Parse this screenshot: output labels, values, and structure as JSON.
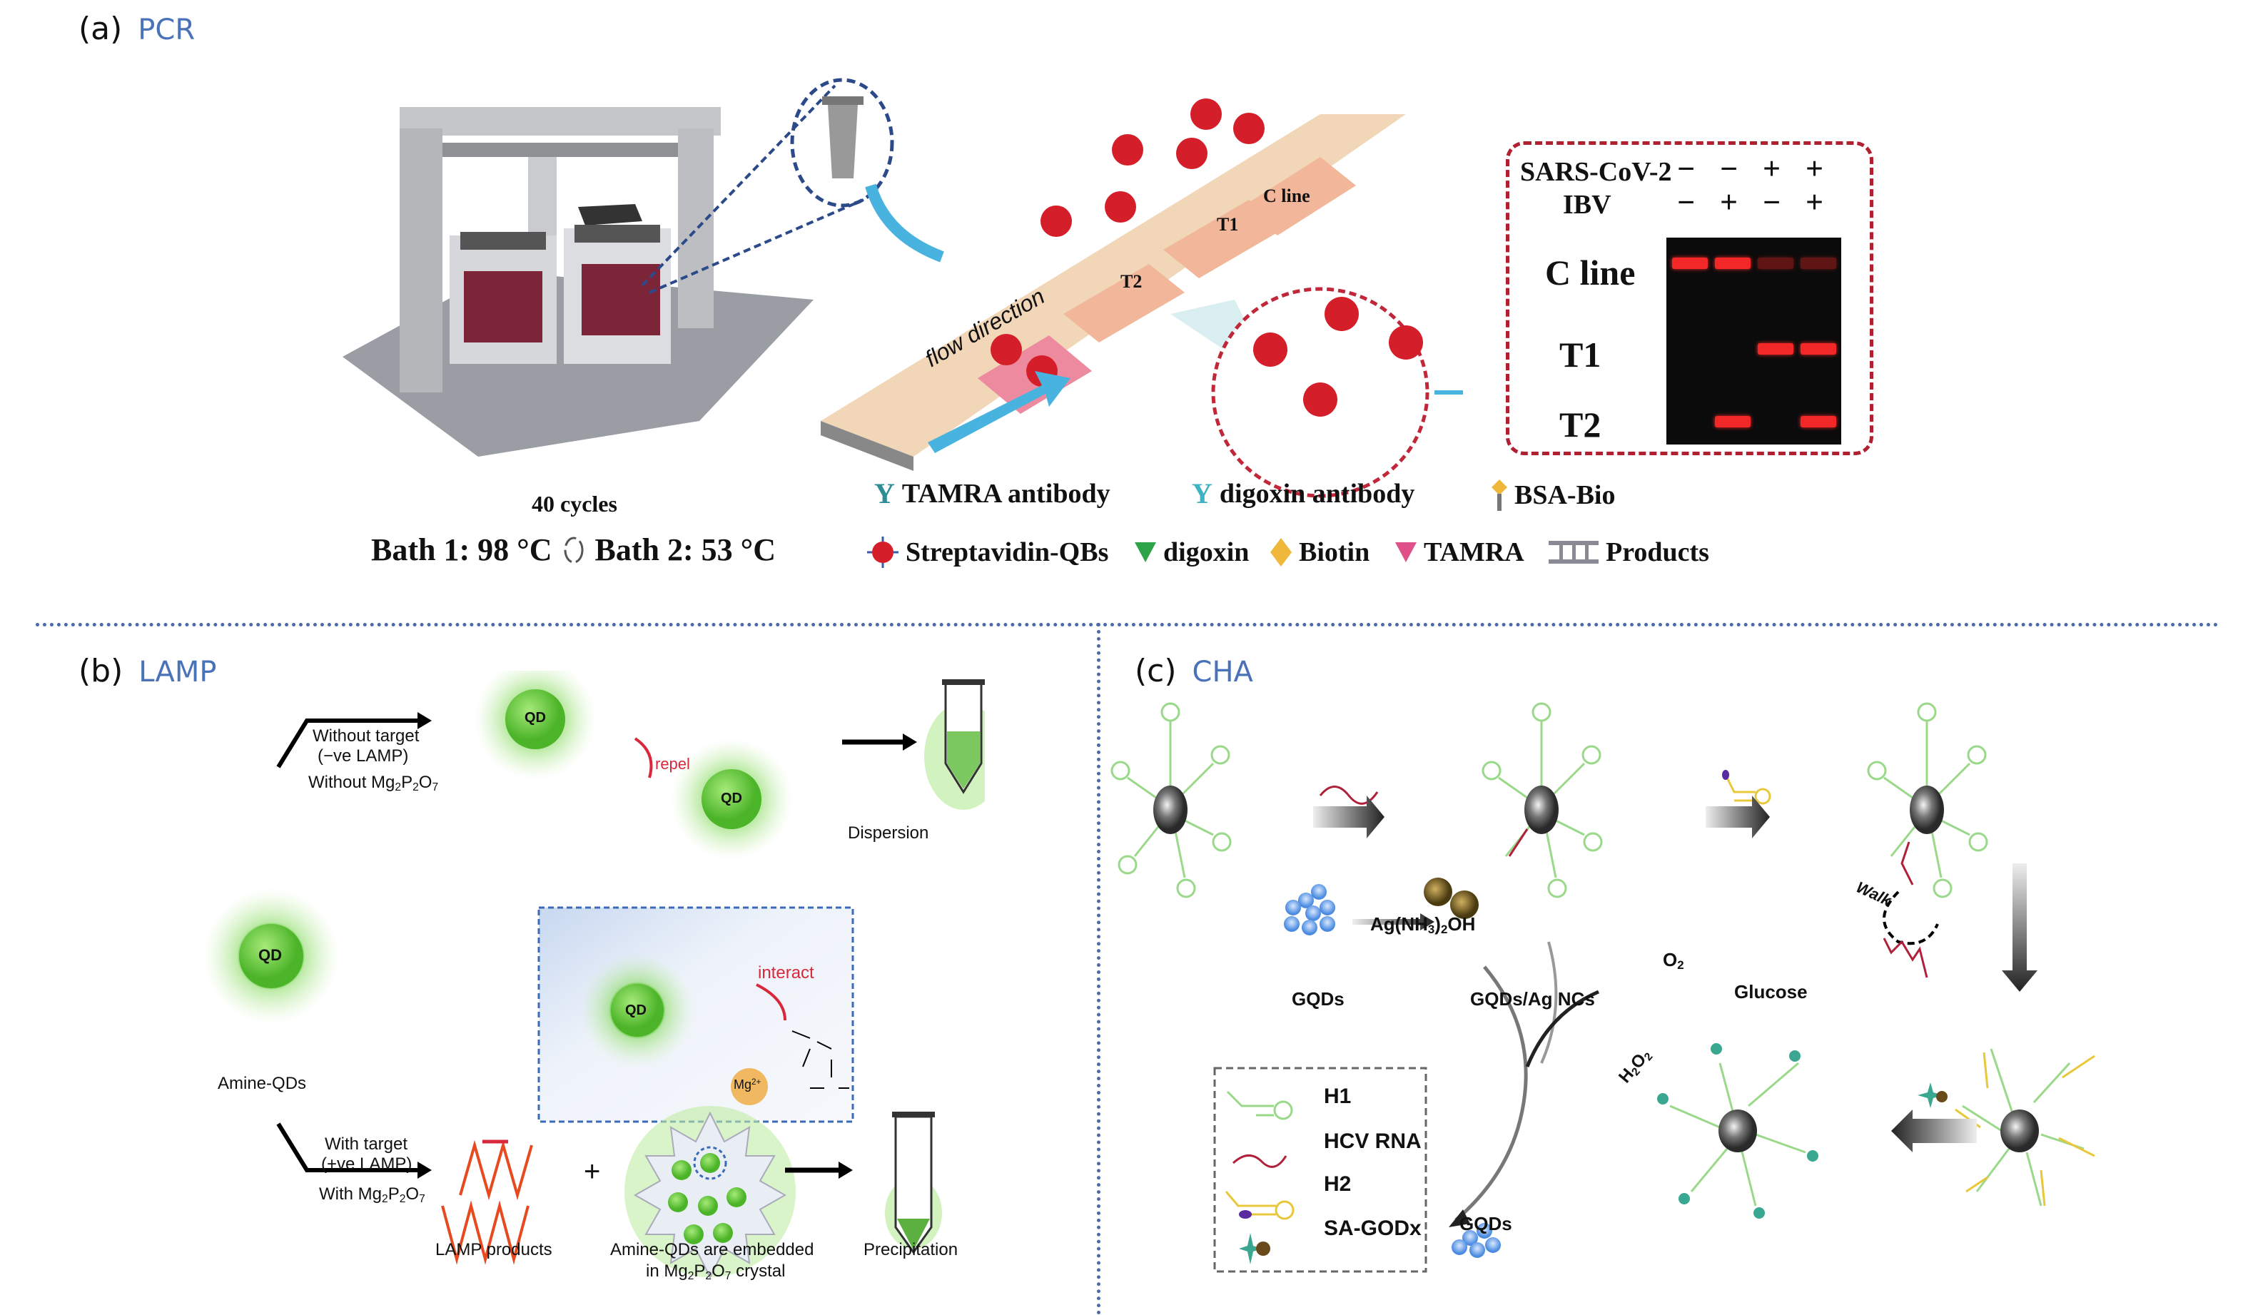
{
  "panels": {
    "a": {
      "label": "(a)",
      "title": "PCR",
      "instrument": {
        "cycles": "40 cycles",
        "bath1": "Bath 1: 98 °C",
        "bath2": "Bath 2: 53 °C",
        "cycle_icon": "cycle-arrows-icon"
      },
      "strip": {
        "flow_label": "flow direction",
        "lines": [
          "C line",
          "T1",
          "T2"
        ]
      },
      "gel": {
        "row_headers": [
          "SARS-CoV-2",
          "IBV"
        ],
        "lanes": [
          {
            "sars_cov_2": "−",
            "ibv": "−",
            "c_line": "strong",
            "t1": "none",
            "t2": "none"
          },
          {
            "sars_cov_2": "−",
            "ibv": "+",
            "c_line": "strong",
            "t1": "none",
            "t2": "strong"
          },
          {
            "sars_cov_2": "+",
            "ibv": "−",
            "c_line": "weak",
            "t1": "strong",
            "t2": "none"
          },
          {
            "sars_cov_2": "+",
            "ibv": "+",
            "c_line": "weak",
            "t1": "strong",
            "t2": "strong"
          }
        ],
        "band_labels": [
          "C line",
          "T1",
          "T2"
        ],
        "band_color": "#ff2a2a"
      },
      "legend": [
        {
          "icon": "tamra-antibody-icon",
          "label": "TAMRA antibody",
          "color": "#2e8c96"
        },
        {
          "icon": "digoxin-antibody-icon",
          "label": "digoxin antibody",
          "color": "#3fb3c4"
        },
        {
          "icon": "bsa-bio-icon",
          "label": "BSA-Bio",
          "color": "#f0b83a"
        },
        {
          "icon": "streptavidin-qbs-icon",
          "label": "Streptavidin-QBs",
          "color": "#d9202a"
        },
        {
          "icon": "digoxin-icon",
          "label": "digoxin",
          "color": "#2ea44a"
        },
        {
          "icon": "biotin-icon",
          "label": "Biotin",
          "color": "#f0b83a"
        },
        {
          "icon": "tamra-icon",
          "label": "TAMRA",
          "color": "#e0508a"
        },
        {
          "icon": "products-icon",
          "label": "Products",
          "color": "#8a8a94"
        }
      ]
    },
    "b": {
      "label": "(b)",
      "title": "LAMP",
      "amine_qd_label": "Amine-QDs",
      "qd_text": "QD",
      "neg_path": {
        "line1": "Without target",
        "line2": "(−ve LAMP)",
        "line3": "Without Mg2P2O7",
        "repel": "repel",
        "result": "Dispersion"
      },
      "inset": {
        "interact": "interact",
        "mg": "Mg2+"
      },
      "pos_path": {
        "line1": "With target",
        "line2": "(+ve LAMP)",
        "line3": "With Mg2P2O7",
        "products": "LAMP products",
        "plus": "+",
        "crystal_line1": "Amine-QDs are embedded",
        "crystal_line2": "in Mg2P2O7 crystal",
        "result": "Precipitation"
      },
      "accent_red": "#d8283c",
      "qd_green": "#5cc63a"
    },
    "c": {
      "label": "(c)",
      "title": "CHA",
      "walk": "Walk",
      "gqds": "GQDs",
      "reagent": "Ag(NH3)2OH",
      "gqds_ag": "GQDs/Ag NCs",
      "o2": "O2",
      "glucose": "Glucose",
      "h2o2": "H2O2",
      "gqds_out": "GQDs",
      "legend": [
        {
          "icon": "h1-hairpin-icon",
          "label": "H1",
          "color": "#9ad88a"
        },
        {
          "icon": "hcv-rna-icon",
          "label": "HCV RNA",
          "color": "#b0203a"
        },
        {
          "icon": "h2-hairpin-icon",
          "label": "H2",
          "color": "#e8c83a"
        },
        {
          "icon": "sa-godx-icon",
          "label": "SA-GODx",
          "color": "#3aa890"
        }
      ]
    }
  }
}
